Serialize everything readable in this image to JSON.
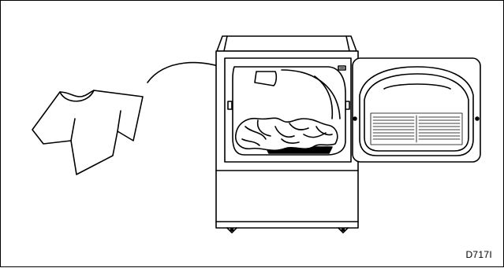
{
  "figure": {
    "figure_code": "D717I",
    "stroke_color": "#000000",
    "background_color": "#ffffff",
    "depicts": [
      "shirt",
      "loading-arrow",
      "dryer-cabinet",
      "drum-with-clothes",
      "open-door-with-lint-filter"
    ]
  }
}
